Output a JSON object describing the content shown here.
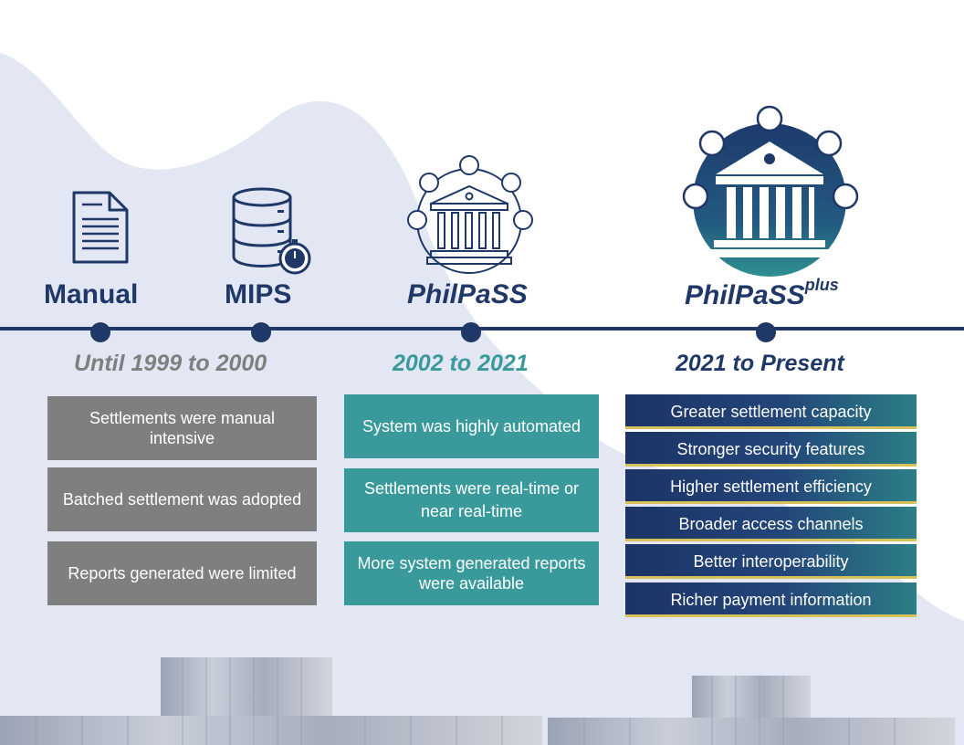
{
  "eras": [
    {
      "id": "manual",
      "title": "Manual",
      "sup": ""
    },
    {
      "id": "mips",
      "title": "MIPS",
      "sup": ""
    },
    {
      "id": "philpass",
      "title": "PhilPaSS",
      "sup": ""
    },
    {
      "id": "philpassplus",
      "title": "PhilPaSS",
      "sup": "plus"
    }
  ],
  "periods": [
    {
      "label": "Until 1999 to 2000",
      "color": "#7f7f7f"
    },
    {
      "label": "2002 to 2021",
      "color": "#3a9a9b"
    },
    {
      "label": "2021 to Present",
      "color": "#1f3868"
    }
  ],
  "columns": {
    "gray": [
      "Settlements were manual intensive",
      "Batched settlement was adopted",
      "Reports generated were limited"
    ],
    "teal": [
      "System was highly automated",
      "Settlements were real-time or near real-time",
      "More system generated reports were available"
    ],
    "navy": [
      "Greater settlement capacity",
      "Stronger security features",
      "Higher settlement efficiency",
      "Broader access channels",
      "Better interoperability",
      "Richer payment information"
    ]
  },
  "icons": {
    "manual": "document-icon",
    "mips": "database-timer-icon",
    "philpass": "network-bank-outline-icon",
    "philpassplus": "network-bank-filled-icon"
  },
  "colors": {
    "navy": "#1f3868",
    "teal": "#3a9a9b",
    "gray": "#7f7f7f",
    "wave": "#e3e7f4"
  }
}
